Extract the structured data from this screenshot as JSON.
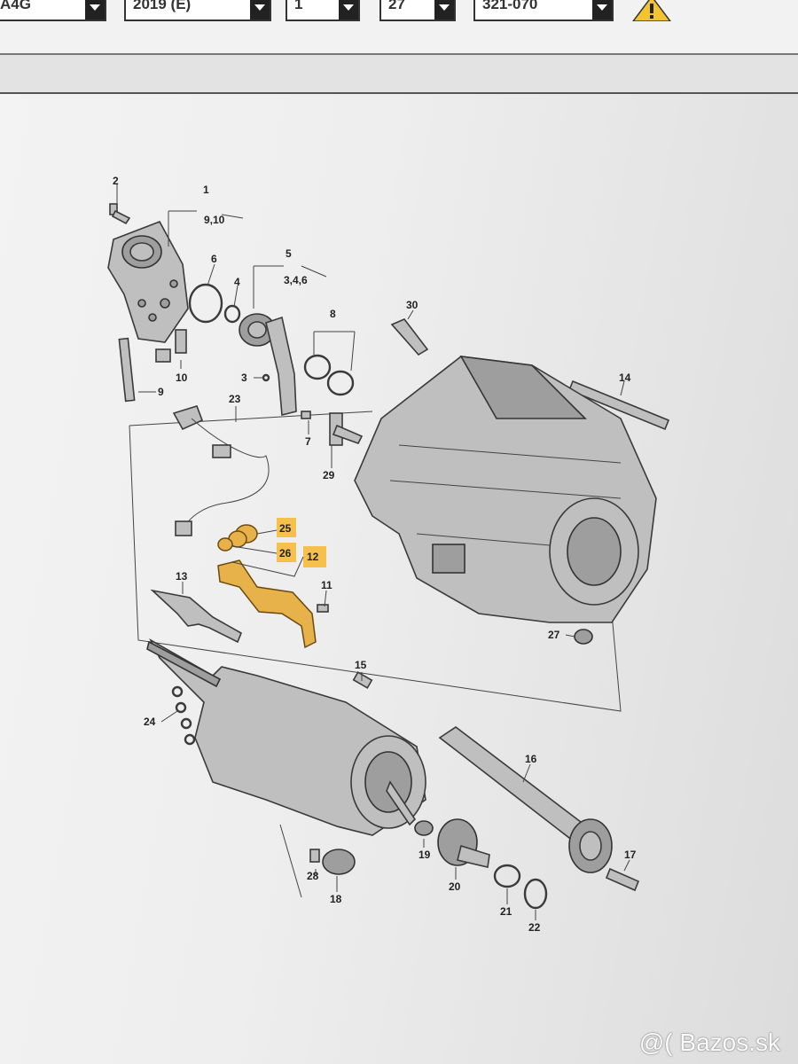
{
  "toolbar": {
    "fields": [
      {
        "value": "A4G"
      },
      {
        "value": "2019 (E)"
      },
      {
        "value": "1"
      },
      {
        "value": "27"
      },
      {
        "value": "321-070"
      }
    ],
    "warning_icon": "warning-triangle-icon"
  },
  "diagram": {
    "group_labels": {
      "g1": "1",
      "g1_sub": "9,10",
      "g5": "5",
      "g5_sub": "3,4,6",
      "g8": "8",
      "g12": "12"
    },
    "callouts": {
      "c2": "2",
      "c6": "6",
      "c4": "4",
      "c3": "3",
      "c7": "7",
      "c9": "9",
      "c10": "10",
      "c23": "23",
      "c29": "29",
      "c30": "30",
      "c14": "14",
      "c25": "25",
      "c26": "26",
      "c11": "11",
      "c13": "13",
      "c27": "27",
      "c15": "15",
      "c24": "24",
      "c16": "16",
      "c17": "17",
      "c19": "19",
      "c20": "20",
      "c28": "28",
      "c18": "18",
      "c21": "21",
      "c22": "22"
    },
    "highlight_color": "#f5c04b"
  },
  "watermark": "@( Bazos.sk"
}
